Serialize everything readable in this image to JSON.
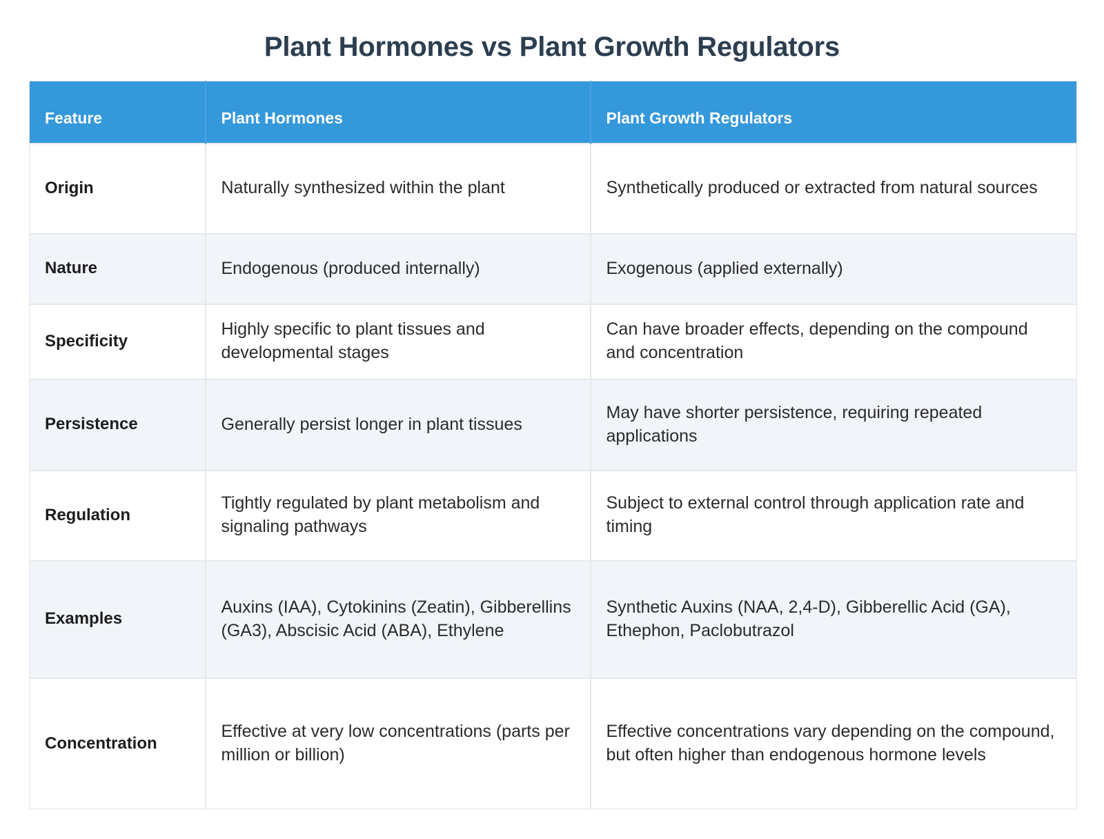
{
  "title": "Plant Hormones vs Plant Growth Regulators",
  "colors": {
    "header_background": "#3498db",
    "header_text": "#ffffff",
    "title_text": "#2c3e50",
    "row_even_background": "#f1f4f8",
    "row_odd_background": "#ffffff",
    "border": "#e6e8ea",
    "body_text": "#2b2b2b"
  },
  "table": {
    "columns": [
      "Feature",
      "Plant Hormones",
      "Plant Growth Regulators"
    ],
    "rows": [
      {
        "feature": "Origin",
        "hormones": "Naturally synthesized within the plant",
        "regulators": "Synthetically produced or extracted from natural sources"
      },
      {
        "feature": "Nature",
        "hormones": "Endogenous (produced internally)",
        "regulators": "Exogenous (applied externally)"
      },
      {
        "feature": "Specificity",
        "hormones": "Highly specific to plant tissues and developmental stages",
        "regulators": "Can have broader effects, depending on the compound and concentration"
      },
      {
        "feature": "Persistence",
        "hormones": "Generally persist longer in plant tissues",
        "regulators": "May have shorter persistence, requiring repeated applications"
      },
      {
        "feature": "Regulation",
        "hormones": "Tightly regulated by plant metabolism and signaling pathways",
        "regulators": "Subject to external control through application rate and timing"
      },
      {
        "feature": "Examples",
        "hormones": "Auxins (IAA), Cytokinins (Zeatin), Gibberellins (GA3), Abscisic Acid (ABA), Ethylene",
        "regulators": "Synthetic Auxins (NAA, 2,4-D), Gibberellic Acid (GA), Ethephon, Paclobutrazol"
      },
      {
        "feature": "Concentration",
        "hormones": "Effective at very low concentrations (parts per million or billion)",
        "regulators": "Effective concentrations vary depending on the compound, but often higher than endogenous hormone levels"
      }
    ]
  }
}
